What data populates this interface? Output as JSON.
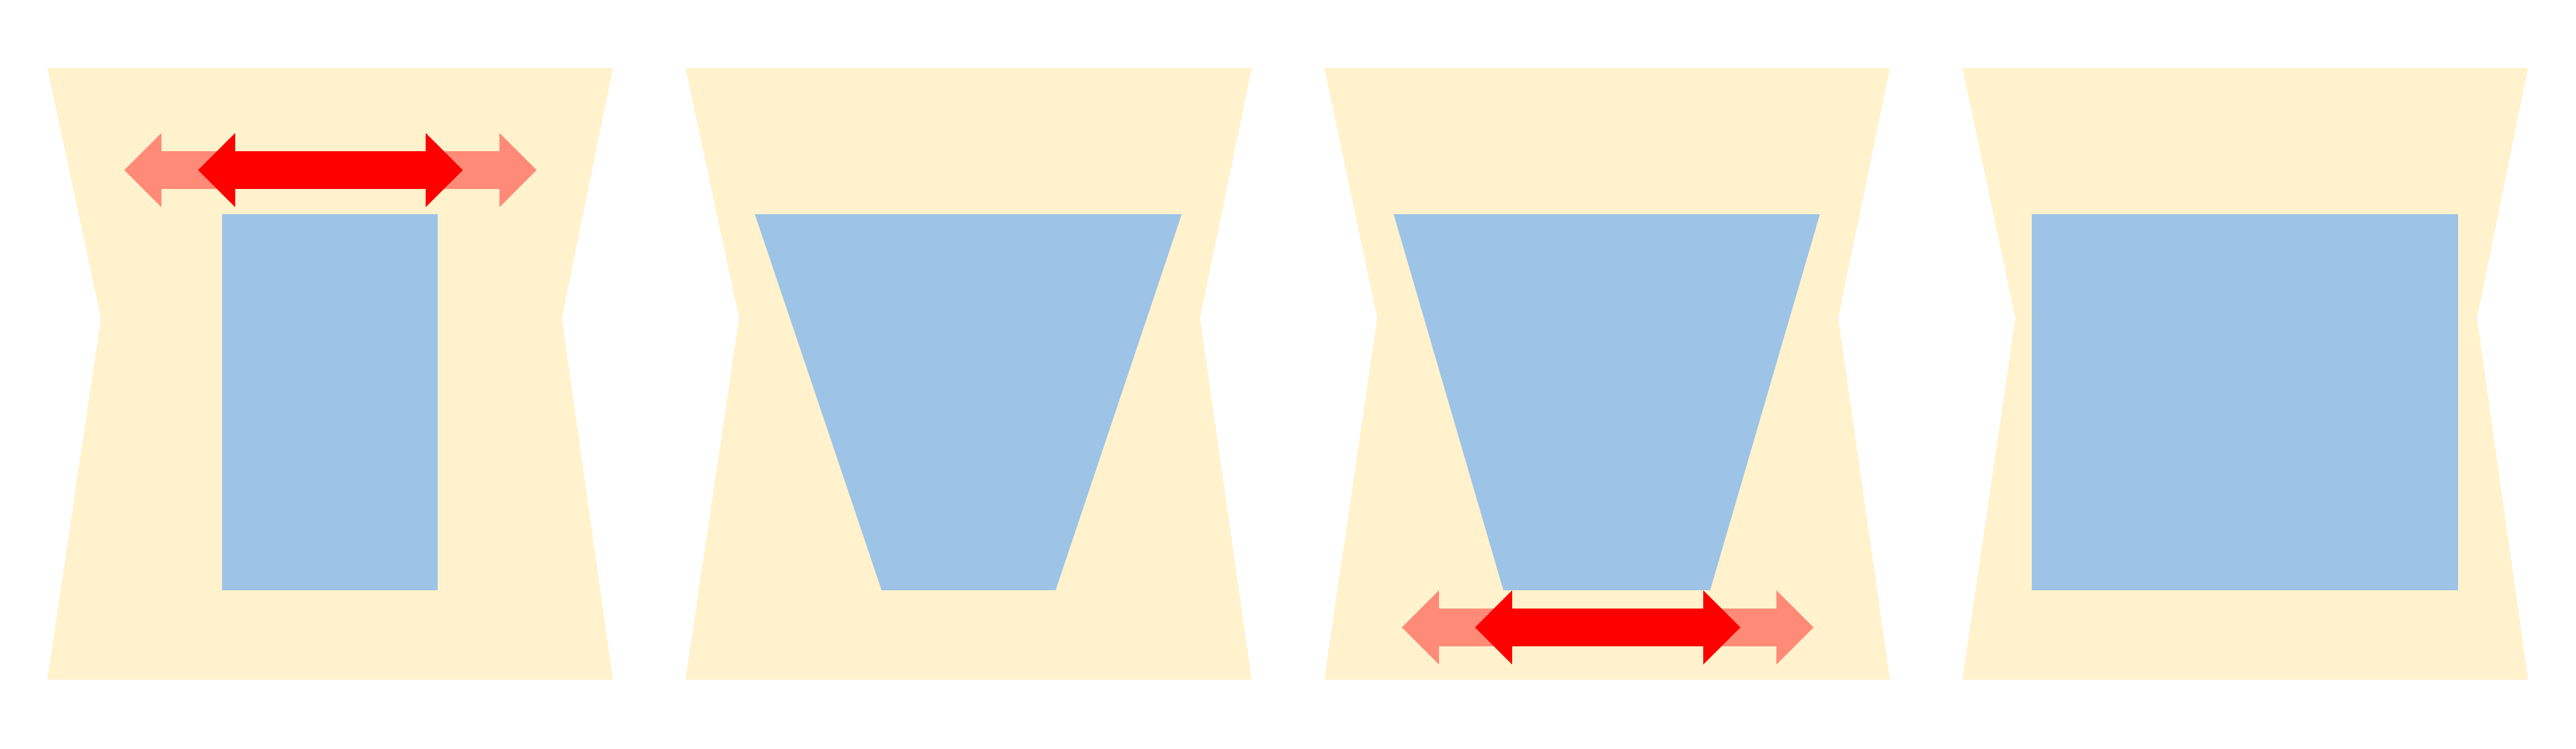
{
  "colors": {
    "background": "#ffffff",
    "panel_fill": "#fff2cc",
    "shape_fill": "#9dc3e6",
    "arrow_strong": "#ff0000",
    "arrow_faded": "#ff8a78"
  },
  "panels": [
    {
      "name": "panel-1",
      "inner_shape": "rectangle",
      "arrows": {
        "position": "top",
        "faded": true,
        "strong": true
      }
    },
    {
      "name": "panel-2",
      "inner_shape": "trapezoid",
      "arrows": null
    },
    {
      "name": "panel-3",
      "inner_shape": "trapezoid",
      "arrows": {
        "position": "bottom",
        "faded": true,
        "strong": true
      }
    },
    {
      "name": "panel-4",
      "inner_shape": "rectangle",
      "arrows": null
    }
  ]
}
